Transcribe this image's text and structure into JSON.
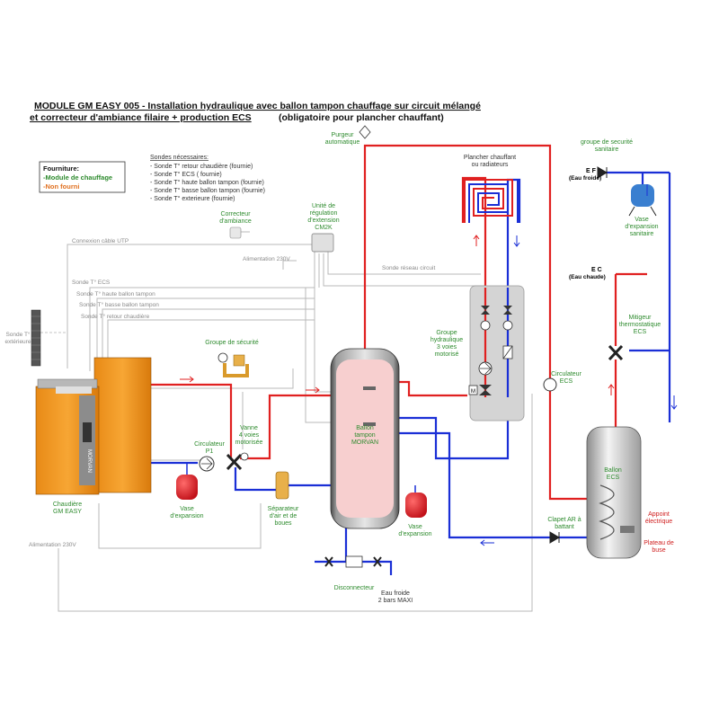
{
  "title": {
    "line1": "MODULE GM EASY 005 - Installation hydraulique avec ballon tampon chauffage sur circuit mélangé",
    "line2": " et correcteur d'ambiance filaire + production ECS",
    "line2b": "(obligatoire pour plancher chauffant)"
  },
  "legend": {
    "title": "Fourniture:",
    "supplied": "-Module de chauffage",
    "not_supplied": "-Non fourni"
  },
  "sensors": {
    "title": "Sondes nécessaires:",
    "items": [
      "- Sonde T° retour chaudière (fournie)",
      "- Sonde T° ECS ( fournie)",
      "- Sonde T° haute ballon tampon (fournie)",
      "- Sonde T° basse  ballon tampon (fournie)",
      "- Sonde T° exterieure (fournie)"
    ]
  },
  "labels": {
    "purgeur": [
      "Purgeur",
      "automatique"
    ],
    "plancher": [
      "Plancher chauffant",
      "ou radiateurs"
    ],
    "groupe_secu_sanitaire": [
      "groupe de securité",
      "sanitaire"
    ],
    "ef": "E F",
    "ef_sub": "(Eau froide)",
    "vase_sanitaire": [
      "Vase",
      "d'expansion",
      "sanitaire"
    ],
    "ec": "E C",
    "ec_sub": "(Eau chaude)",
    "mitigeur": [
      "Mitigeur",
      "thermostatique",
      "ECS"
    ],
    "correcteur": [
      "Correcteur",
      "d'ambiance"
    ],
    "unite": [
      "Unité de",
      "régulation",
      "d'extension",
      "CM2K"
    ],
    "connexion_utp": "Connexion câble UTP",
    "alim_230_top": "Alimentation 230V",
    "sonde_reseau": "Sonde réseau circuit",
    "sonde_ecs": "Sonde T° ECS",
    "sonde_haute": "Sonde T° haute ballon tampon",
    "sonde_basse": "Sonde T° basse  ballon tampon",
    "sonde_retour": "Sonde T° retour chaudière",
    "sonde_ext": [
      "Sonde T°",
      "extérieure"
    ],
    "groupe_hydraulique": [
      "Groupe",
      "hydraulique",
      "3 voies",
      "motorisé"
    ],
    "groupe_securite": "Groupe de sécurité",
    "circulateur_ecs": [
      "Circulateur",
      "ECS"
    ],
    "ballon_tampon": [
      "Ballon",
      "tampon",
      "MORVAN"
    ],
    "vanne": [
      "Vanne",
      "4 voies",
      "motorisée"
    ],
    "circulateur_p1": [
      "Circulateur",
      "P1"
    ],
    "chaudiere": [
      "Chaudière",
      "GM EASY"
    ],
    "vase_chaudiere": [
      "Vase",
      "d'expansion"
    ],
    "separateur": [
      "Séparateur",
      "d'air et de",
      "boues"
    ],
    "vase_tampon": [
      "Vase",
      "d'expansion"
    ],
    "ballon_ecs": [
      "Ballon",
      "ECS"
    ],
    "appoint": [
      "Appoint",
      "électrique"
    ],
    "clapet": [
      "Clapet AR  à",
      "battant"
    ],
    "plateau": [
      "Plateau de",
      "buse"
    ],
    "alim_230_bottom": "Alimentation 230V",
    "disconnecteur": "Disconnecteur",
    "eau_froide": [
      "Eau froide",
      "2 bars MAXI"
    ],
    "morvan_boiler": "MORVAN"
  },
  "colors": {
    "hot": "#e02020",
    "cold": "#1a2fd6",
    "supplied": "#2e8b2e",
    "not_supplied": "#e07020",
    "boiler": "#f39a26",
    "tank_fill": "#f6c9c9",
    "vessel": "#e11b22"
  }
}
